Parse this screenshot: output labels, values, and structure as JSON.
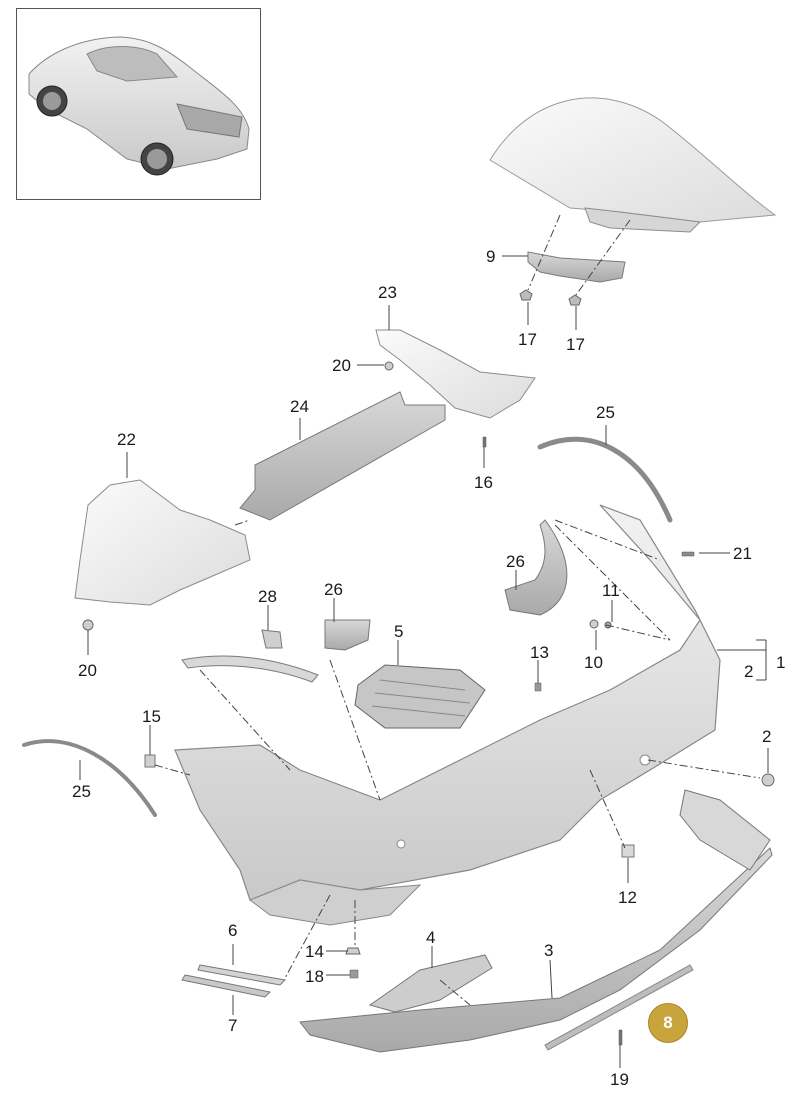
{
  "colors": {
    "part_fill": "#e4e4e4",
    "part_stroke": "#8c8c8c",
    "leader": "#444444",
    "highlight_badge": "#c9a33c"
  },
  "thumbnail": {
    "icon": "car-rear-view-icon"
  },
  "callouts": {
    "p1": "1",
    "p2a": "2",
    "p2b": "2",
    "p3": "3",
    "p4": "4",
    "p5": "5",
    "p6": "6",
    "p7": "7",
    "p8": "8",
    "p9": "9",
    "p10": "10",
    "p11": "11",
    "p12": "12",
    "p13": "13",
    "p14": "14",
    "p15": "15",
    "p16": "16",
    "p17a": "17",
    "p17b": "17",
    "p18": "18",
    "p19": "19",
    "p20a": "20",
    "p20b": "20",
    "p21": "21",
    "p22": "22",
    "p23": "23",
    "p24": "24",
    "p25a": "25",
    "p25b": "25",
    "p26a": "26",
    "p26b": "26",
    "p28": "28"
  }
}
